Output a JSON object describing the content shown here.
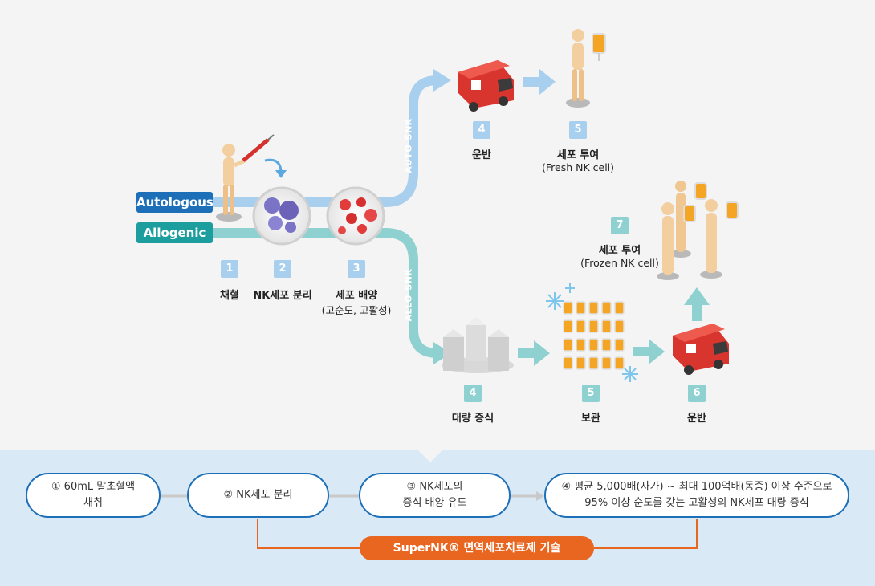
{
  "tracks": {
    "autologous": "Autologous",
    "allogenic": "Allogenic",
    "auto_snk": "AUTO-SNK",
    "allo_snk": "ALLO-SNK"
  },
  "steps_common": [
    {
      "num": "1",
      "label": "채혈",
      "sub": ""
    },
    {
      "num": "2",
      "label": "NK세포 분리",
      "sub": ""
    },
    {
      "num": "3",
      "label": "세포 배양",
      "sub": "(고순도, 고활성)"
    }
  ],
  "steps_auto": [
    {
      "num": "4",
      "label": "운반",
      "sub": ""
    },
    {
      "num": "5",
      "label": "세포 투여",
      "sub": "(Fresh NK cell)"
    }
  ],
  "steps_allo": [
    {
      "num": "4",
      "label": "대량 증식",
      "sub": ""
    },
    {
      "num": "5",
      "label": "보관",
      "sub": ""
    },
    {
      "num": "6",
      "label": "운반",
      "sub": ""
    },
    {
      "num": "7",
      "label": "세포 투여",
      "sub": "(Frozen NK cell)"
    }
  ],
  "process": [
    "① 60mL 말초혈액\n채취",
    "② NK세포 분리",
    "③ NK세포의\n증식 배양 유도",
    "④ 평균 5,000배(자가) ~ 최대 100억배(동종) 이상 수준으로\n95% 이상 순도를 갖는 고활성의 NK세포 대량 증식"
  ],
  "tech_label": "SuperNK® 면역세포치료제 기술",
  "colors": {
    "auto": "#1d6fb8",
    "allo": "#1c9e9e",
    "accent": "#e8661f",
    "track_auto": "#a9cfee",
    "track_allo": "#8fd0d0"
  }
}
